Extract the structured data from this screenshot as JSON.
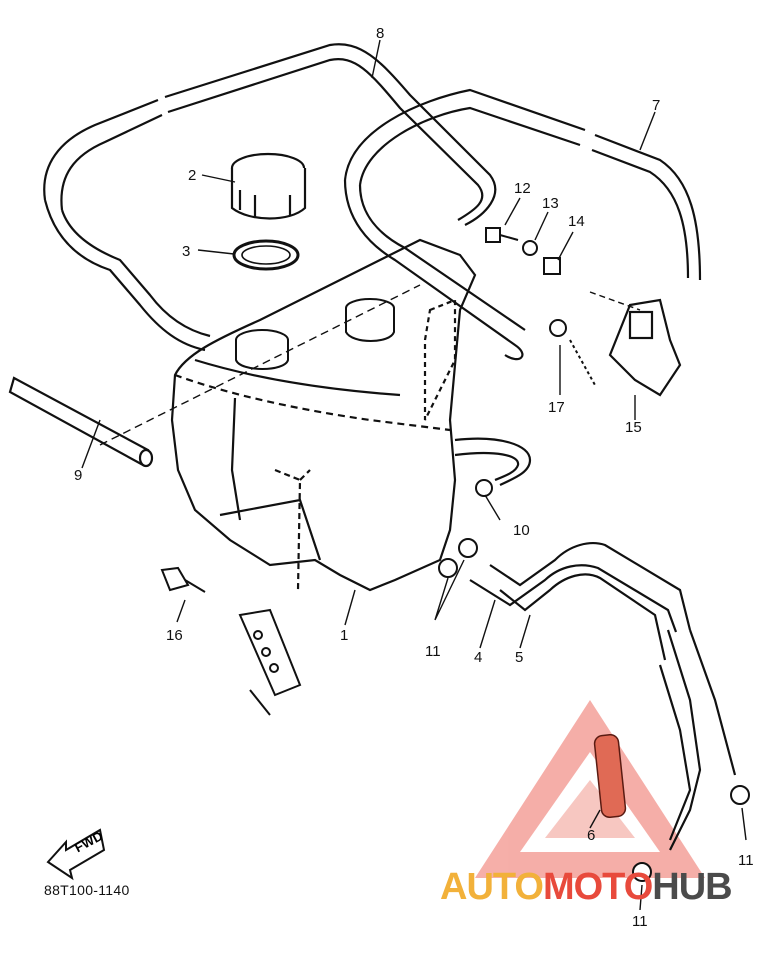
{
  "diagram_code": "88T100-1140",
  "direction_arrow_label": "FWD",
  "watermark": {
    "part1": "AUTO",
    "part2": "MOTO",
    "part3": "HUB"
  },
  "parts": {
    "p1": "1",
    "p2": "2",
    "p3": "3",
    "p4": "4",
    "p5": "5",
    "p6": "6",
    "p7": "7",
    "p8": "8",
    "p9": "9",
    "p10": "10",
    "p11a": "11",
    "p11b": "11",
    "p11c": "11",
    "p12": "12",
    "p13": "13",
    "p14": "14",
    "p15": "15",
    "p16": "16",
    "p17": "17"
  },
  "colors": {
    "line": "#111111",
    "watermark_red": "#e84a3c",
    "watermark_orange": "#f2b13a",
    "watermark_gray": "#4b4b4b"
  }
}
